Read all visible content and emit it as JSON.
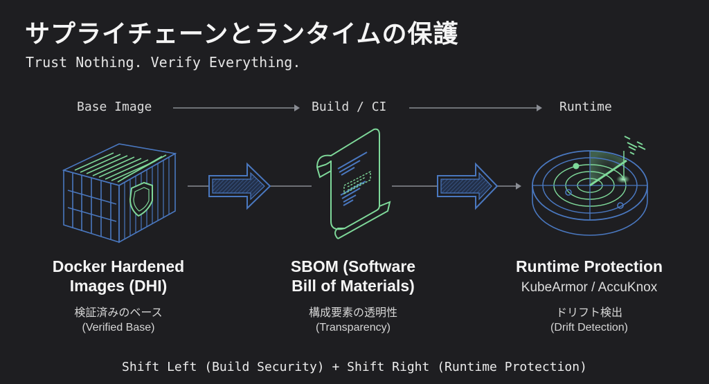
{
  "title": "サプライチェーンとランタイムの保護",
  "subtitle": "Trust Nothing. Verify Everything.",
  "flow": {
    "stages": [
      "Base Image",
      "Build / CI",
      "Runtime"
    ]
  },
  "columns": [
    {
      "heading_line1": "Docker Hardened",
      "heading_line2": "Images (DHI)",
      "japanese": "検証済みのベース",
      "english": "(Verified Base)",
      "icon": "shipping-container-shield-icon"
    },
    {
      "heading_line1": "SBOM (Software",
      "heading_line2": "Bill of Materials)",
      "japanese": "構成要素の透明性",
      "english": "(Transparency)",
      "icon": "scroll-document-icon"
    },
    {
      "heading_line1": "Runtime Protection",
      "subheading": "KubeArmor / AccuKnox",
      "japanese": "ドリフト検出",
      "english": "(Drift Detection)",
      "icon": "radar-icon"
    }
  ],
  "footer": "Shift Left (Build Security) + Shift Right (Runtime Protection)",
  "colors": {
    "background": "#1e1e21",
    "blue": "#4a78c0",
    "green": "#7fd99a",
    "connector": "#8a8d94"
  }
}
